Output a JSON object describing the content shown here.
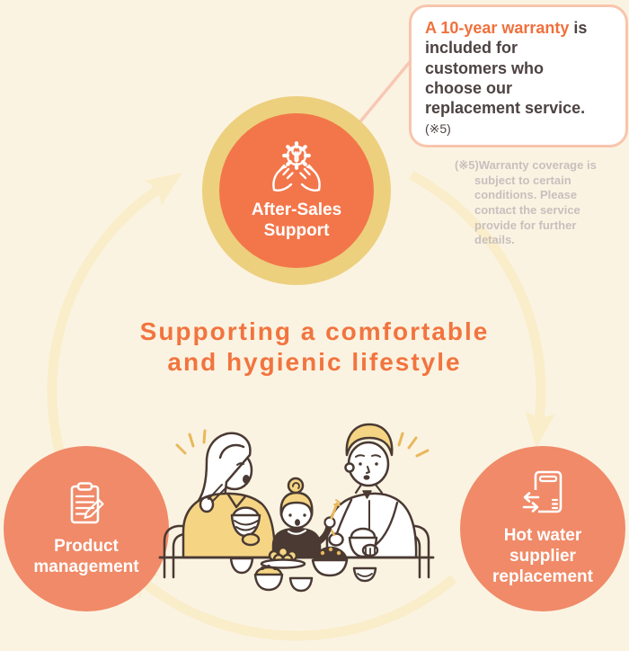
{
  "callout": {
    "highlight": "A 10-year warranty",
    "line1_rest": " is",
    "lines": [
      "included for",
      "customers who",
      "choose our",
      "replacement service."
    ],
    "footnote": "(※5)"
  },
  "side_note": {
    "lines": [
      "(※5)Warranty coverage is",
      "subject to certain",
      "conditions. Please",
      "contact the service",
      "provide for further",
      "details."
    ]
  },
  "center_title": {
    "line1": "Supporting a comfortable",
    "line2": "and hygienic lifestyle"
  },
  "nodes": {
    "after_sales": {
      "lines": [
        "After-Sales",
        "Support"
      ],
      "icon": "hands-gear-icon"
    },
    "hot_water": {
      "lines": [
        "Hot water",
        "supplier",
        "replacement"
      ],
      "icon": "water-heater-swap-icon"
    },
    "product": {
      "lines": [
        "Product",
        "management"
      ],
      "icon": "clipboard-pencil-icon"
    }
  },
  "colors": {
    "background": "#FBF3E2",
    "arc_cream": "#FAEDCA",
    "top_circle_orange": "#F3764A",
    "top_ring_gold": "#ECD07E",
    "node_circle_salmon": "#F08A68",
    "accent_orange": "#F2743E",
    "callout_highlight_orange": "#F0703C",
    "callout_border_peach": "#F8C5AD",
    "connector_pink": "#F8C8B4",
    "text_dark": "#4D4342",
    "note_gray": "#C8C0BD",
    "illustration_line": "#4A3A33",
    "illustration_yellow": "#F5D584"
  }
}
